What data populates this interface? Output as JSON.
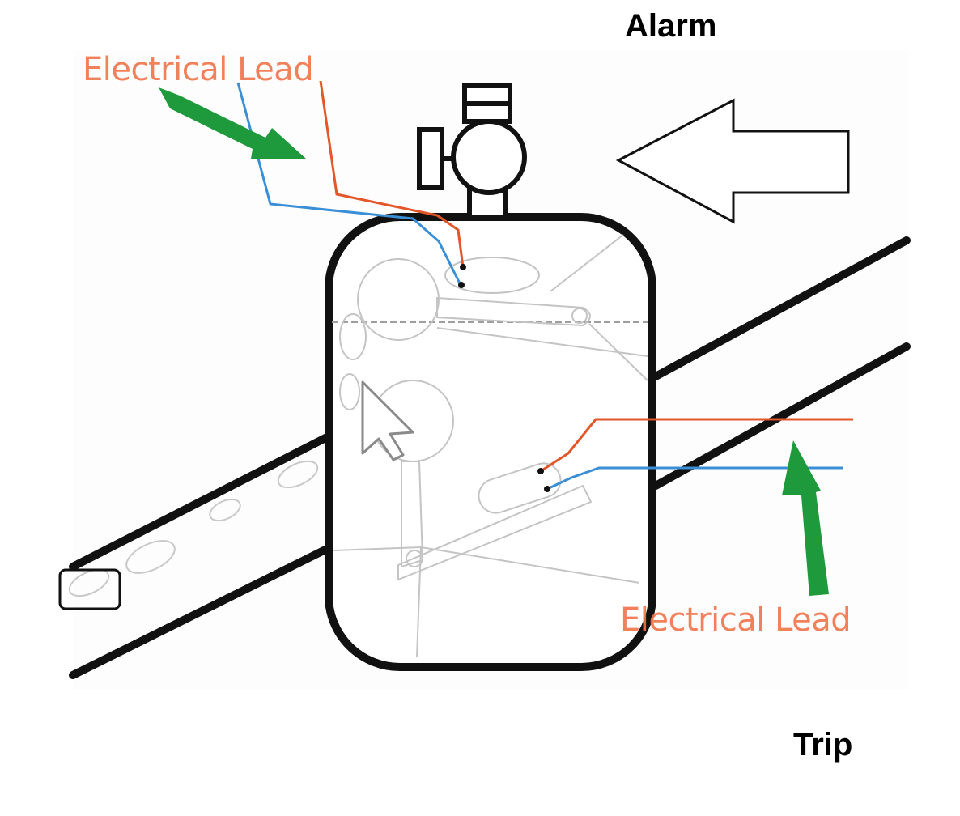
{
  "labels": {
    "electrical_lead_top": "Electrical Lead",
    "electrical_lead_bottom": "Electrical Lead",
    "alarm": "Alarm",
    "trip": "Trip"
  },
  "colors": {
    "lead_text": "#f0744a",
    "lead_wire_red": "#e2562a",
    "lead_wire_blue": "#3a8fd6",
    "arrow_green": "#1e9a3c",
    "outline": "#111111",
    "faint": "#bdbdbd",
    "background": "#ffffff"
  },
  "icons": {
    "pointer": "mouse-pointer-icon",
    "alarm_arrow": "hollow-left-arrow-icon",
    "green_arrow": "green-arrow-icon"
  }
}
